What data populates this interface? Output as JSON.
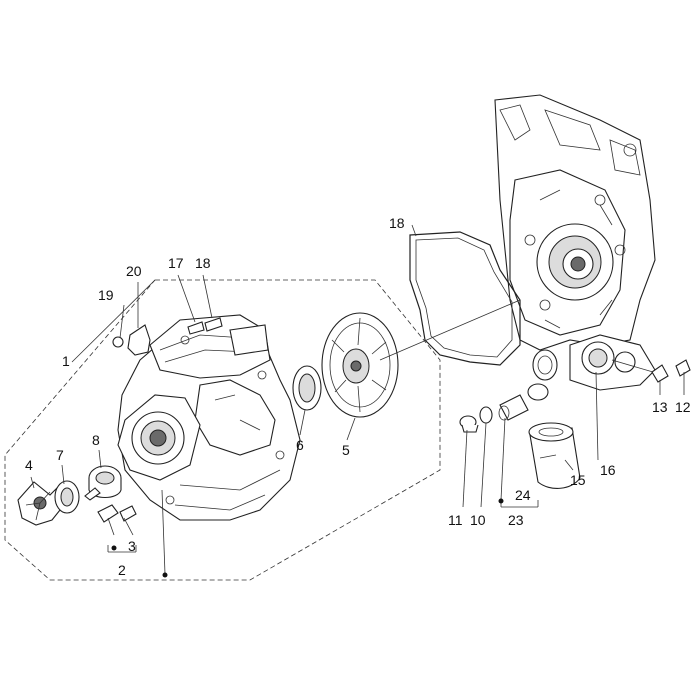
{
  "callouts": [
    {
      "id": "c1",
      "text": "1"
    },
    {
      "id": "c2",
      "text": "2"
    },
    {
      "id": "c3",
      "text": "3"
    },
    {
      "id": "c4",
      "text": "4"
    },
    {
      "id": "c5",
      "text": "5"
    },
    {
      "id": "c6",
      "text": "6"
    },
    {
      "id": "c7",
      "text": "7"
    },
    {
      "id": "c8",
      "text": "8"
    },
    {
      "id": "c10",
      "text": "10"
    },
    {
      "id": "c11",
      "text": "11"
    },
    {
      "id": "c12",
      "text": "12"
    },
    {
      "id": "c13",
      "text": "13"
    },
    {
      "id": "c15",
      "text": "15"
    },
    {
      "id": "c16",
      "text": "16"
    },
    {
      "id": "c17",
      "text": "17"
    },
    {
      "id": "c18a",
      "text": "18"
    },
    {
      "id": "c18b",
      "text": "18"
    },
    {
      "id": "c19",
      "text": "19"
    },
    {
      "id": "c20",
      "text": "20"
    },
    {
      "id": "c23",
      "text": "23"
    },
    {
      "id": "c24",
      "text": "24"
    }
  ]
}
